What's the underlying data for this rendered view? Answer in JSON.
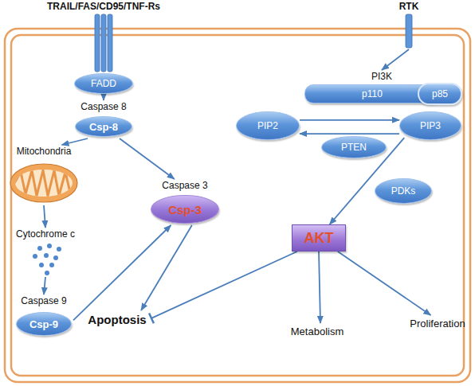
{
  "diagram": {
    "nodes": [
      {
        "text": [
          "TRAIL/FAS/CD95/TNF-Rs"
        ]
      },
      {
        "text": [
          "RTK"
        ]
      },
      {
        "text": [
          "FADD"
        ]
      },
      {
        "text": [
          "PI3K"
        ]
      },
      {
        "text": [
          "p110"
        ],
        "in": 3
      },
      {
        "text": [
          "p85"
        ],
        "in": 3
      },
      {
        "text": [
          "Caspase 8",
          "Csp-8"
        ]
      },
      {
        "text": [
          "PIP2"
        ]
      },
      {
        "text": [
          "PIP3"
        ]
      },
      {
        "text": [
          "PTEN"
        ]
      },
      {
        "text": [
          "Mitochondria"
        ]
      },
      {
        "text": [
          "PDKs"
        ]
      },
      {
        "text": [
          "Caspase 3",
          "Csp-3"
        ]
      },
      {
        "text": [
          "AKT"
        ]
      },
      {
        "text": [
          "Cytochrome c"
        ]
      },
      {
        "text": [
          "Caspase 9",
          "Csp-9"
        ]
      },
      {
        "text": [
          "Apoptosis"
        ]
      },
      {
        "text": [
          "Metabolism"
        ]
      },
      {
        "text": [
          "Proliferation"
        ]
      }
    ],
    "edges": [
      {
        "from": 1,
        "to": 3,
        "arrow": "to"
      },
      {
        "from": 2,
        "to": 6,
        "arrow": "to"
      },
      {
        "from": 6,
        "to": 10,
        "arrow": "to"
      },
      {
        "from": 6,
        "to": 12,
        "arrow": "to"
      },
      {
        "from": 7,
        "to": 8,
        "arrow": "to"
      },
      {
        "from": 8,
        "to": 7,
        "arrow": "to"
      },
      {
        "from": 10,
        "to": 14,
        "arrow": "to"
      },
      {
        "from": 8,
        "to": 13,
        "arrow": "to"
      },
      {
        "from": 14,
        "to": 15,
        "arrow": "to"
      },
      {
        "from": 15,
        "to": 12,
        "arrow": "to"
      },
      {
        "from": 12,
        "to": 16,
        "arrow": "to"
      },
      {
        "from": 13,
        "to": 16,
        "arrow": "to"
      },
      {
        "from": 13,
        "to": 17,
        "arrow": "to"
      },
      {
        "from": 13,
        "to": 18,
        "arrow": "to"
      }
    ]
  }
}
